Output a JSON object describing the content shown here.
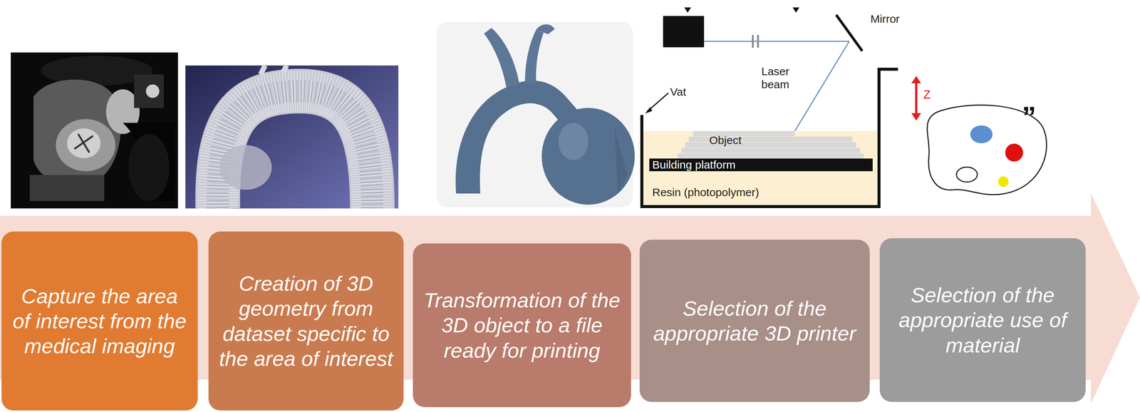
{
  "diagram": {
    "nodes": [
      {
        "text": [
          "Capture the area of interest from the medical imaging"
        ]
      },
      {
        "text": [
          "Creation of 3D geometry from dataset specific to the area of interest"
        ]
      },
      {
        "text": [
          "Transformation of the 3D object to a file ready for printing"
        ]
      },
      {
        "text": [
          "Selection of the appropriate 3D printer"
        ]
      },
      {
        "text": [
          "Selection of the appropriate use of material"
        ]
      }
    ],
    "labels": [
      "Mirror",
      "Laser beam",
      "Vat",
      "Object",
      "Building platform",
      "Resin (photopolymer)",
      "Z",
      "”"
    ]
  }
}
